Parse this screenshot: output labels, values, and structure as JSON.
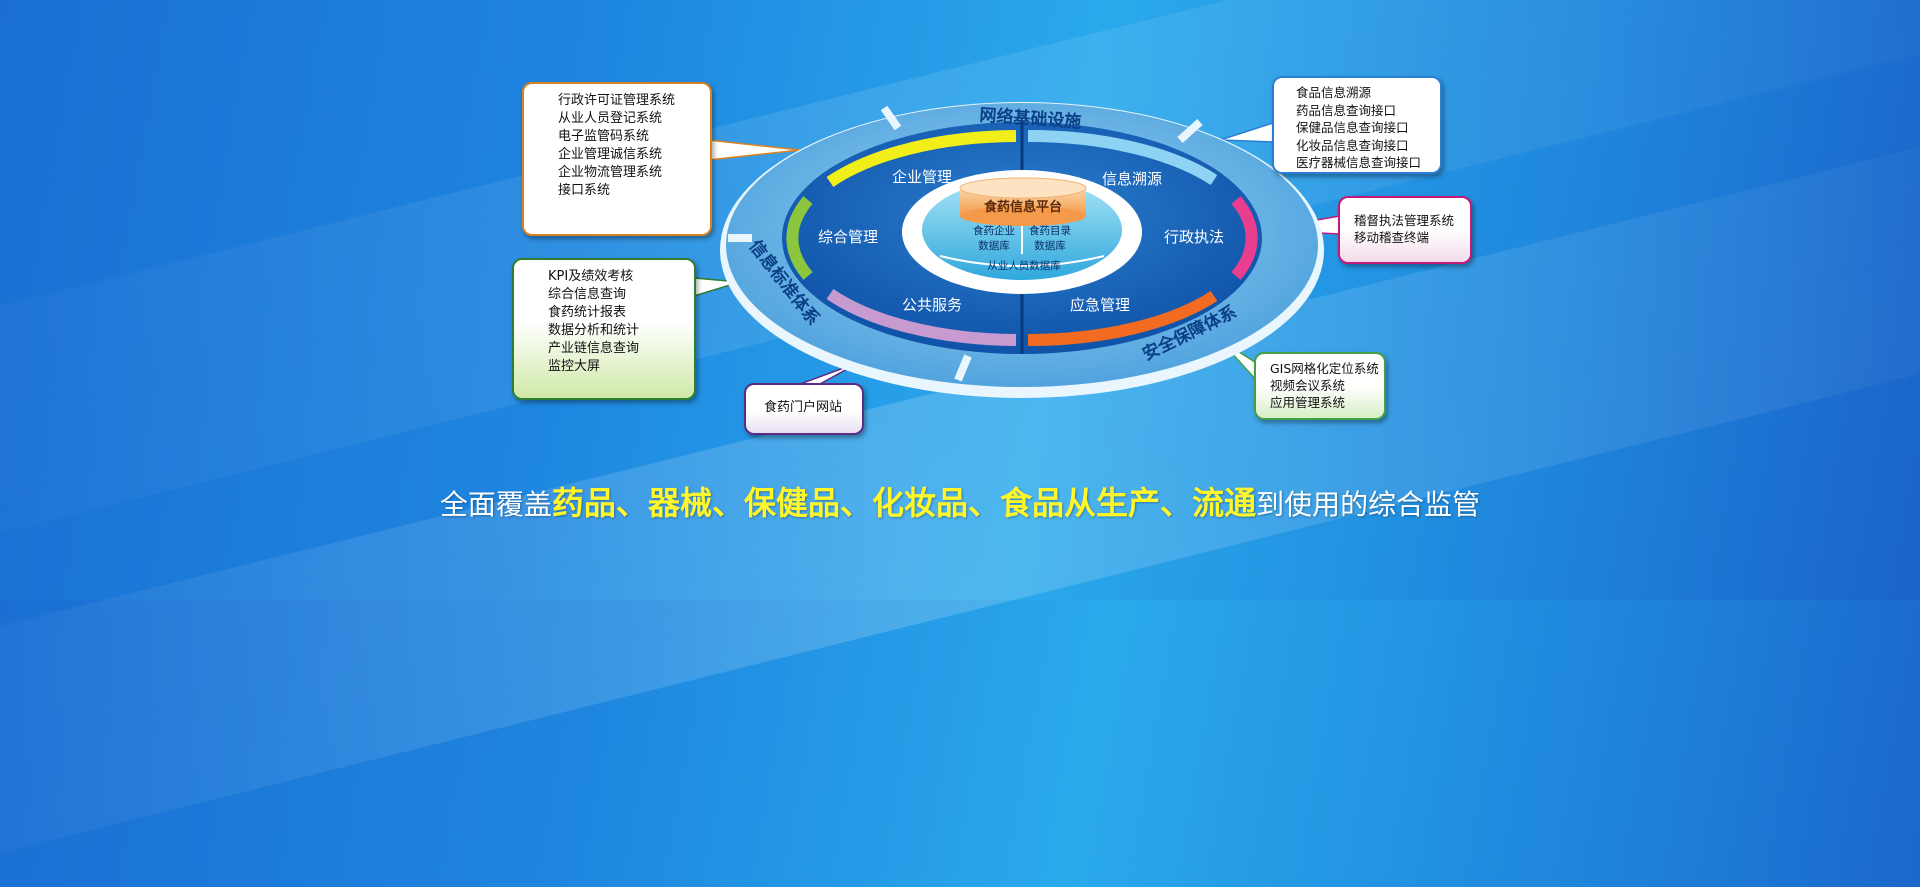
{
  "diagram": {
    "outer_ring": {
      "top_label": "网络基础设施",
      "left_label": "信息标准体系",
      "right_label": "安全保障体系"
    },
    "segments": {
      "enterprise": "企业管理",
      "trace": "信息溯源",
      "general": "综合管理",
      "enforcement": "行政执法",
      "public": "公共服务",
      "emergency": "应急管理"
    },
    "core": {
      "platform": "食药信息平台",
      "db_left_line1": "食药企业",
      "db_left_line2": "数据库",
      "db_right_line1": "食药目录",
      "db_right_line2": "数据库",
      "db_bottom": "从业人员数据库"
    },
    "colors": {
      "enterprise": "#f2ee1a",
      "trace": "#8fd3f4",
      "general": "#8cc63f",
      "enforcement": "#e93e8d",
      "public": "#c79ad0",
      "emergency": "#f26b21"
    }
  },
  "callouts": {
    "left_top": [
      "行政许可证管理系统",
      "从业人员登记系统",
      "电子监管码系统",
      "企业管理诚信系统",
      "企业物流管理系统",
      "接口系统"
    ],
    "left_bottom": [
      "KPI及绩效考核",
      "综合信息查询",
      "食药统计报表",
      "数据分析和统计",
      "产业链信息查询",
      "监控大屏"
    ],
    "bottom": [
      "食药门户网站"
    ],
    "right_top": [
      "食品信息溯源",
      "药品信息查询接口",
      "保健品信息查询接口",
      "化妆品信息查询接口",
      "医疗器械信息查询接口"
    ],
    "right_middle": [
      "稽督执法管理系统",
      "移动稽查终端"
    ],
    "right_bottom": [
      "GIS网格化定位系统",
      "视频会议系统",
      "应用管理系统"
    ]
  },
  "slogan": {
    "prefix": "全面覆盖",
    "h1": "药品",
    "s1": "、",
    "h2": "器械",
    "s2": "、",
    "h3": "保健品",
    "s3": "、",
    "h4": "化妆品",
    "s4": "、",
    "h5": "食品从生产",
    "s5": "、",
    "h6": "流通",
    "suffix": "到使用的综合监管"
  }
}
